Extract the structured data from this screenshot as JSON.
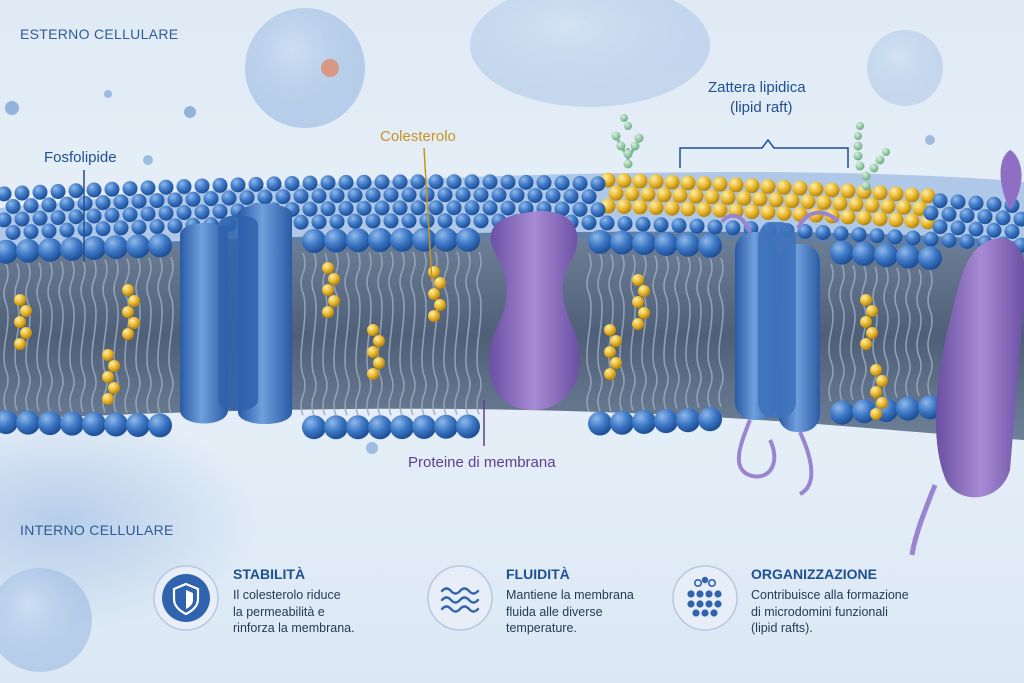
{
  "regions": {
    "outside": "ESTERNO CELLULARE",
    "inside": "INTERNO CELLULARE"
  },
  "labels": {
    "phospholipid": "Fosfolipide",
    "cholesterol": "Colesterolo",
    "raft_title": "Zattera lipidica",
    "raft_subtitle": "(lipid raft)",
    "proteins": "Proteine di membrana"
  },
  "features": [
    {
      "icon": "shield-icon",
      "title": "STABILITÀ",
      "lines": [
        "Il colesterolo riduce",
        "la permeabilità e",
        "rinforza la membrana."
      ]
    },
    {
      "icon": "waves-icon",
      "title": "FLUIDITÀ",
      "lines": [
        "Mantiene la membrana",
        "fluida alle diverse",
        "temperature."
      ]
    },
    {
      "icon": "molecule-cluster-icon",
      "title": "ORGANIZZAZIONE",
      "lines": [
        "Contribuisce alla formazione",
        "di microdomini funzionali",
        "(lipid rafts)."
      ]
    }
  ],
  "colors": {
    "phospholipid_head": "#3d78c6",
    "cholesterol": "#e7b528",
    "membrane_protein": "#8a67b8",
    "channel_protein": "#3f73bd",
    "label_blue": "#1f4f8f",
    "label_gold": "#c9941c",
    "label_purple": "#5b3f8c"
  }
}
